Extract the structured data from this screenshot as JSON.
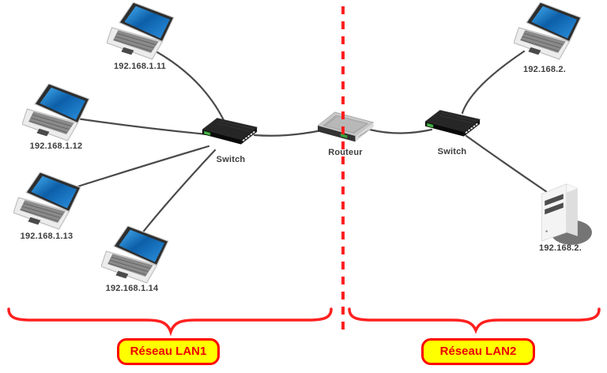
{
  "diagram": {
    "lan1": {
      "zone_label": "Réseau LAN1",
      "switch": {
        "label": "Switch"
      },
      "devices": [
        {
          "type": "laptop",
          "label": "192.168.1.11"
        },
        {
          "type": "laptop",
          "label": "192.168.1.12"
        },
        {
          "type": "laptop",
          "label": "192.168.1.13"
        },
        {
          "type": "laptop",
          "label": "192.168.1.14"
        }
      ]
    },
    "router": {
      "label": "Routeur"
    },
    "lan2": {
      "zone_label": "Réseau LAN2",
      "switch": {
        "label": "Switch"
      },
      "devices": [
        {
          "type": "laptop",
          "label": "192.168.2."
        },
        {
          "type": "server",
          "label": "192.168.2."
        }
      ]
    },
    "colors": {
      "divider_red": "#ff1f1f",
      "brace_red": "#ff2020",
      "zone_box_fill": "#ffff00",
      "zone_box_border": "#ff0000",
      "zone_text": "#ee0000",
      "device_label_text": "#3d3d3d",
      "cable": "#4a4a4a",
      "laptop_screen_blue": "#0c5fa8"
    }
  }
}
